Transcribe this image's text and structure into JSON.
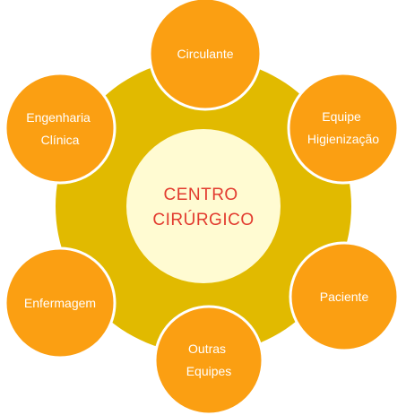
{
  "center": {
    "lines": [
      "CENTRO",
      "CIRÚRGICO"
    ]
  },
  "nodes": [
    {
      "id": "circulante",
      "lines": [
        "Circulante"
      ]
    },
    {
      "id": "equipe-higienizacao",
      "lines": [
        "Equipe",
        "Higienização"
      ]
    },
    {
      "id": "paciente",
      "lines": [
        "Paciente"
      ]
    },
    {
      "id": "outras-equipes",
      "lines": [
        "Outras",
        "Equipes"
      ]
    },
    {
      "id": "enfermagem",
      "lines": [
        "Enfermagem"
      ]
    },
    {
      "id": "engenharia-clinica",
      "lines": [
        "Engenharia",
        "Clínica"
      ]
    }
  ],
  "colors": {
    "ring": "#e1ba00",
    "center_fill": "#fffbd2",
    "node_fill": "#fb9f12",
    "node_stroke": "#ffffff",
    "center_text": "#e23b2f",
    "node_text": "#ffffff"
  }
}
